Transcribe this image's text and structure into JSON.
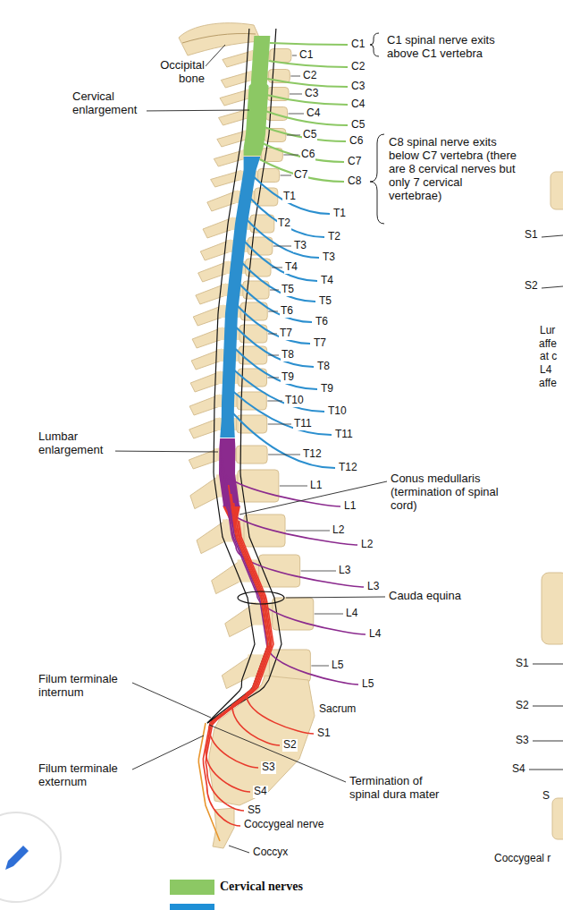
{
  "diagram": {
    "labels": [
      "C1 spinal nerve exits above C1 vertebra",
      "C8 spinal nerve exits below C7 vertebra (there are 8 cervical nerves but only 7 cervical vertebrae)",
      "Occipital bone",
      "Cervical enlargement",
      "Lumbar enlargement",
      "Conus medullaris (termination of spinal cord)",
      "Cauda equina",
      "Filum terminale internum",
      "Filum terminale externum",
      "Termination of spinal dura mater",
      "Sacrum",
      "Coccyx",
      "Coccygeal nerve",
      "C1",
      "C2",
      "C3",
      "C4",
      "C5",
      "C6",
      "C7",
      "T1",
      "T2",
      "T3",
      "T4",
      "T5",
      "T6",
      "T7",
      "T8",
      "T9",
      "T10",
      "T11",
      "T12",
      "L1",
      "L2",
      "L3",
      "L4",
      "L5",
      "C1",
      "C2",
      "C3",
      "C4",
      "C5",
      "C6",
      "C7",
      "C8",
      "T1",
      "T2",
      "T3",
      "T4",
      "T5",
      "T6",
      "T7",
      "T8",
      "T9",
      "T10",
      "T11",
      "T12",
      "L1",
      "L2",
      "L3",
      "L4",
      "L5",
      "S1",
      "S2",
      "S3",
      "S4",
      "S5",
      "S1",
      "S2",
      "Lur",
      "affe",
      "at c",
      "L4",
      "affe",
      "S1",
      "S2",
      "S3",
      "S4",
      "S",
      "Coccygeal r"
    ],
    "legend": [
      {
        "text": "Cervical nerves",
        "color": "#8cc864"
      }
    ]
  }
}
